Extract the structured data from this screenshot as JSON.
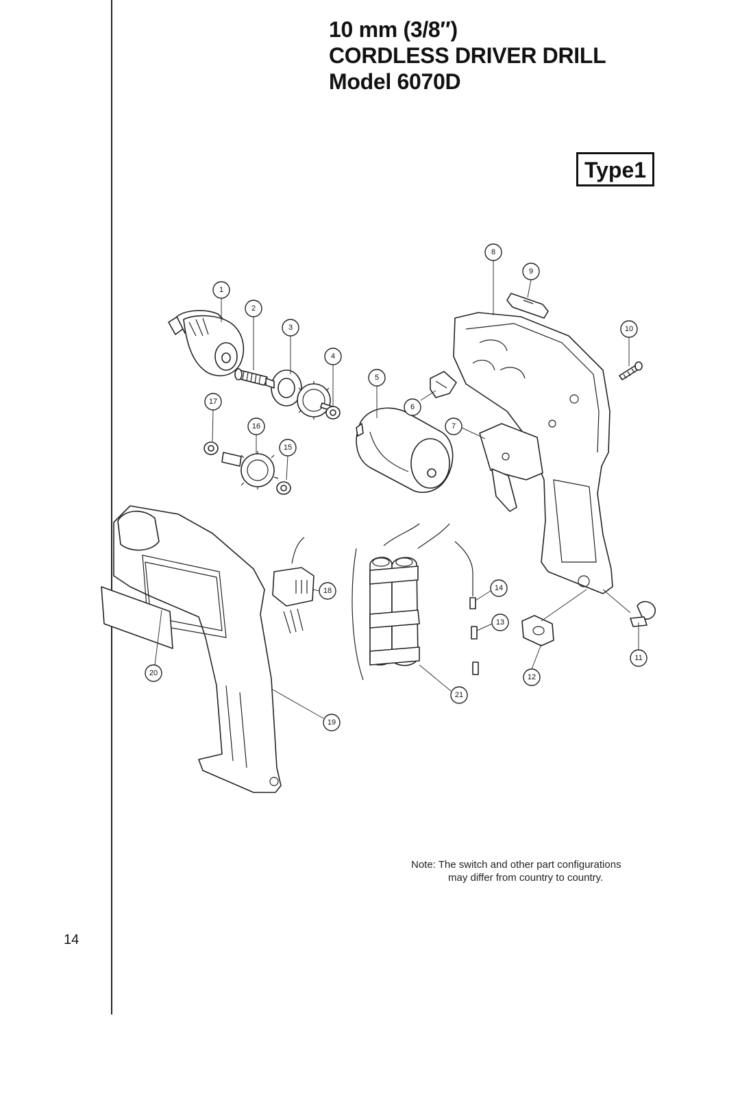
{
  "title": {
    "line1": "10 mm (3/8″)",
    "line2": "CORDLESS DRIVER DRILL",
    "line3": "Model 6070D"
  },
  "type_label": "Type1",
  "note": {
    "line1": "Note:  The switch and other part configurations",
    "line2": "may differ from country to country."
  },
  "page_number": "14",
  "callouts": [
    "1",
    "2",
    "3",
    "4",
    "5",
    "6",
    "7",
    "8",
    "9",
    "10",
    "11",
    "12",
    "13",
    "14",
    "15",
    "16",
    "17",
    "18",
    "19",
    "20",
    "21"
  ]
}
